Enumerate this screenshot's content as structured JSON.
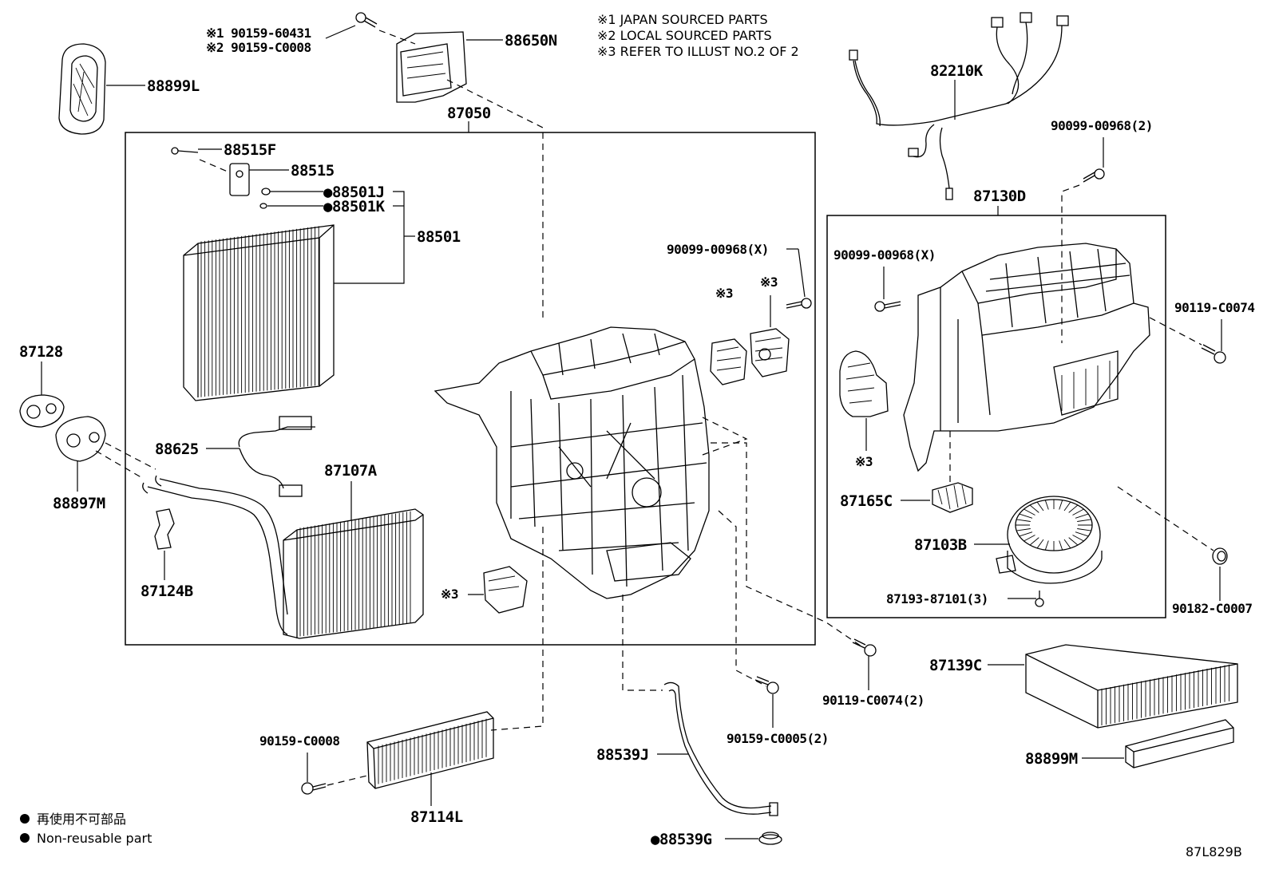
{
  "notes": {
    "n1": "※1 JAPAN SOURCED PARTS",
    "n2": "※2 LOCAL SOURCED PARTS",
    "n3": "※3 REFER TO ILLUST NO.2 OF 2"
  },
  "legend": {
    "jp": "再使用不可部品",
    "en": "Non-reusable part"
  },
  "diagram_id": "87L829B",
  "parts": {
    "p88899L": "88899L",
    "p90159_60431": "※1 90159-60431",
    "p90159_C0008_top": "※2 90159-C0008",
    "p88650N": "88650N",
    "p87050": "87050",
    "p88515F": "88515F",
    "p88515": "88515",
    "p88501J": "●88501J",
    "p88501K": "●88501K",
    "p88501": "88501",
    "p87128": "87128",
    "p88897M": "88897M",
    "p88625": "88625",
    "p87107A": "87107A",
    "p87124B": "87124B",
    "ref3_a": "※3",
    "ref3_b": "※3",
    "ref3_c": "※3",
    "ref3_d": "※3",
    "p90099_00968X_a": "90099-00968(X)",
    "p82210K": "82210K",
    "p90099_00968_2": "90099-00968(2)",
    "p87130D": "87130D",
    "p90099_00968X_b": "90099-00968(X)",
    "p90119_C0074": "90119-C0074",
    "p87165C": "87165C",
    "p87103B": "87103B",
    "p87193_87101": "87193-87101(3)",
    "p90182_C0007": "90182-C0007",
    "p90119_C0074_2": "90119-C0074(2)",
    "p87139C": "87139C",
    "p90159_C0005": "90159-C0005(2)",
    "p88899M": "88899M",
    "p90159_C0008": "90159-C0008",
    "p87114L": "87114L",
    "p88539J": "88539J",
    "p88539G": "●88539G"
  }
}
